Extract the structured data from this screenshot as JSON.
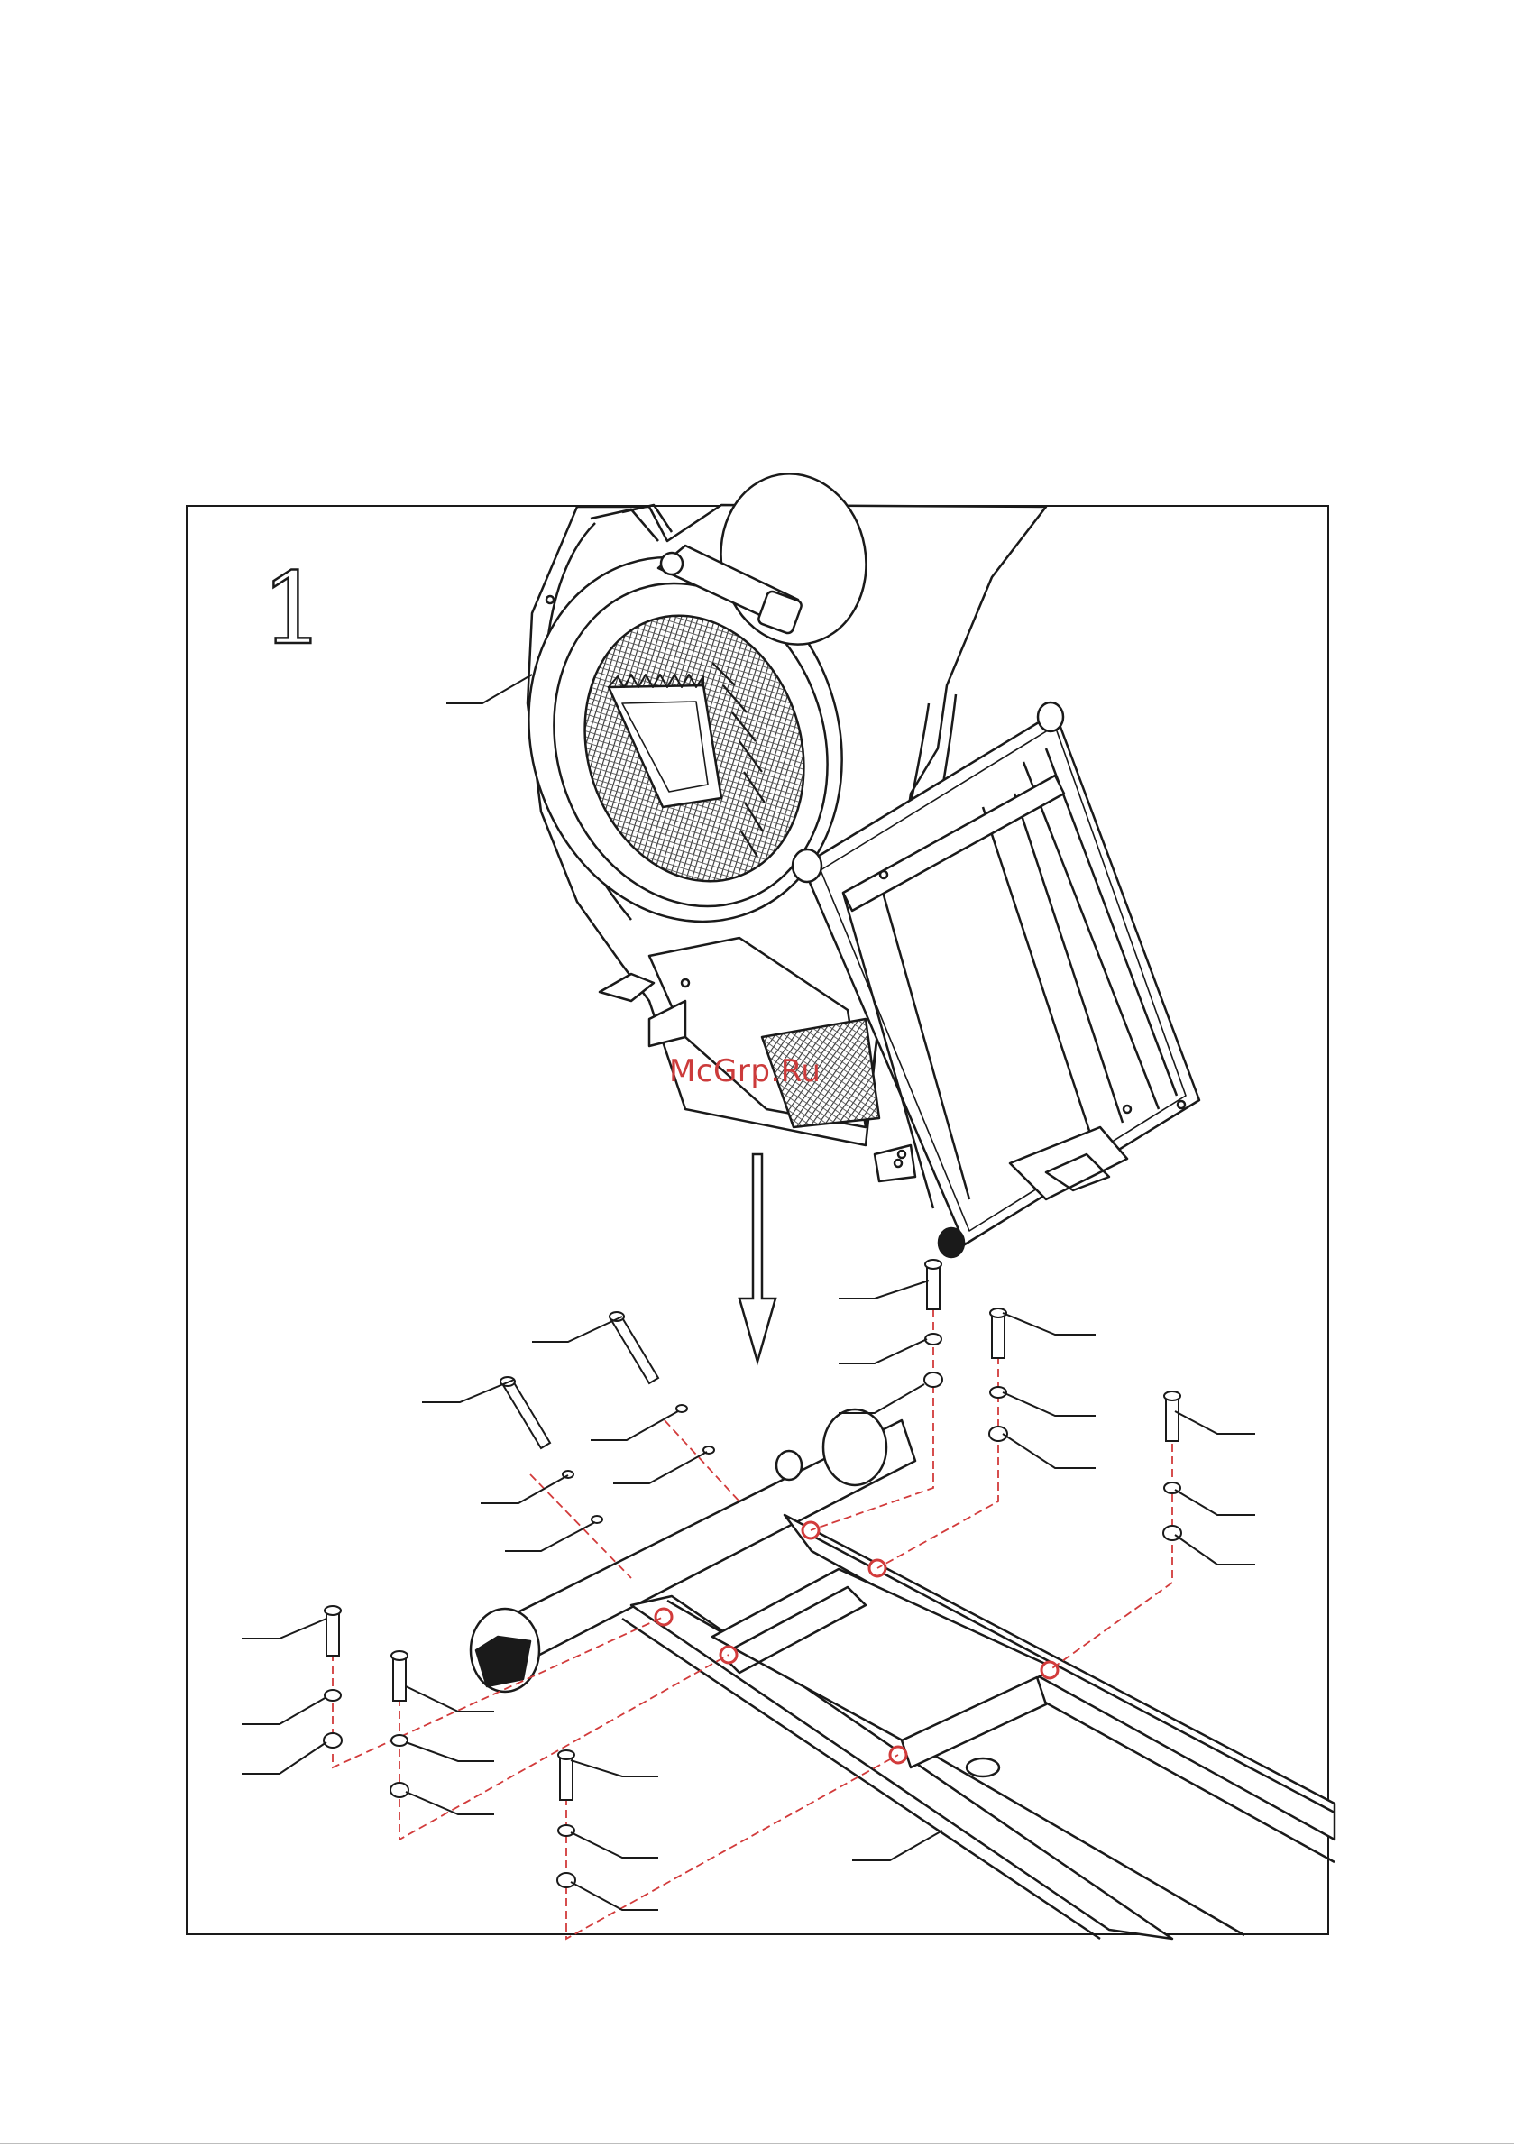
{
  "figure": {
    "step_number": "1",
    "watermark": "McGrp.Ru"
  },
  "parts": [
    "main-frame",
    "front-stabilizer-frame",
    "bolt",
    "spring-washer",
    "flat-washer",
    "long-axle-bolt",
    "curved-washer"
  ],
  "colors": {
    "line": "#1a1a1a",
    "hidden_line": "#d23b3b",
    "highlight": "#d23b3b",
    "mesh": "#3a3a3a"
  }
}
